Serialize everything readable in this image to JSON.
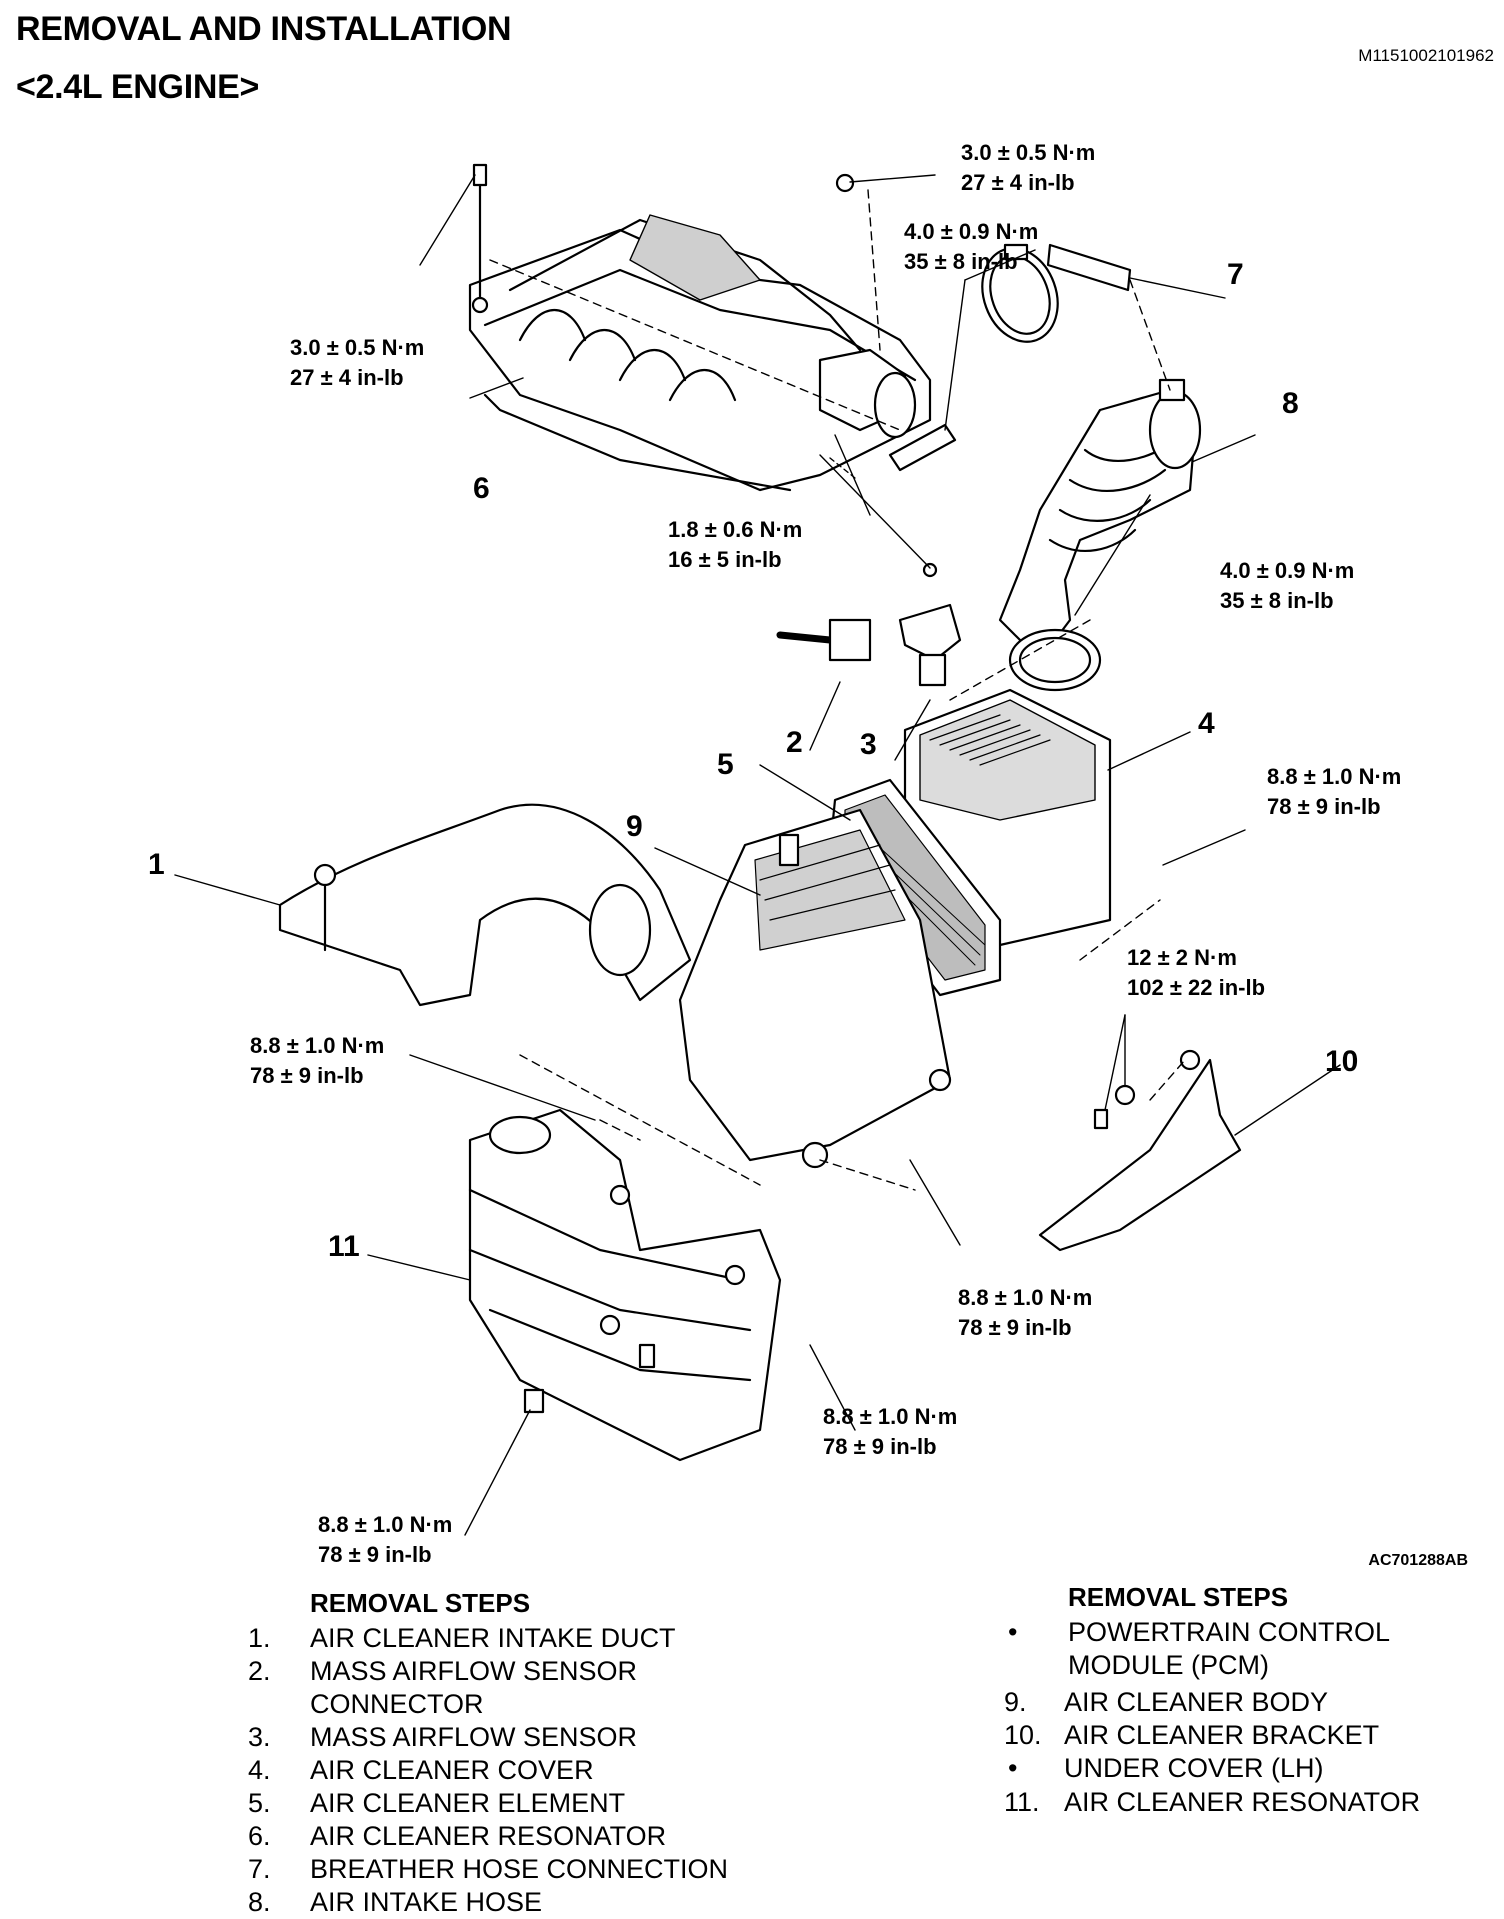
{
  "header": {
    "title_line1": "REMOVAL AND INSTALLATION",
    "title_line2": "<2.4L ENGINE>",
    "doc_id": "M1151002101962"
  },
  "figure": {
    "figure_id": "AC701288AB",
    "callouts": [
      "1",
      "2",
      "3",
      "4",
      "5",
      "6",
      "7",
      "8",
      "9",
      "10",
      "11"
    ],
    "torques": [
      {
        "nm": "3.0 ± 0.5 N·m",
        "inlb": "27 ± 4 in-lb"
      },
      {
        "nm": "4.0 ± 0.9 N·m",
        "inlb": "35 ± 8 in-lb"
      },
      {
        "nm": "3.0 ± 0.5 N·m",
        "inlb": "27 ± 4 in-lb"
      },
      {
        "nm": "1.8 ± 0.6 N·m",
        "inlb": "16 ± 5 in-lb"
      },
      {
        "nm": "4.0 ± 0.9 N·m",
        "inlb": "35 ± 8 in-lb"
      },
      {
        "nm": "8.8 ± 1.0 N·m",
        "inlb": "78 ± 9 in-lb"
      },
      {
        "nm": "12 ± 2 N·m",
        "inlb": "102 ± 22 in-lb"
      },
      {
        "nm": "8.8 ± 1.0 N·m",
        "inlb": "78 ± 9 in-lb"
      },
      {
        "nm": "8.8 ± 1.0 N·m",
        "inlb": "78 ± 9 in-lb"
      },
      {
        "nm": "8.8 ± 1.0 N·m",
        "inlb": "78 ± 9 in-lb"
      },
      {
        "nm": "8.8 ± 1.0 N·m",
        "inlb": "78 ± 9 in-lb"
      }
    ]
  },
  "steps_left": {
    "heading": "REMOVAL STEPS",
    "items": [
      {
        "num": "1.",
        "text": "AIR CLEANER INTAKE DUCT"
      },
      {
        "num": "2.",
        "text": "MASS AIRFLOW SENSOR"
      },
      {
        "num": "",
        "text": "CONNECTOR"
      },
      {
        "num": "3.",
        "text": "MASS AIRFLOW SENSOR"
      },
      {
        "num": "4.",
        "text": "AIR CLEANER COVER"
      },
      {
        "num": "5.",
        "text": "AIR CLEANER ELEMENT"
      },
      {
        "num": "6.",
        "text": "AIR CLEANER RESONATOR"
      },
      {
        "num": "7.",
        "text": "BREATHER HOSE CONNECTION"
      },
      {
        "num": "8.",
        "text": "AIR INTAKE HOSE"
      }
    ]
  },
  "steps_right": {
    "heading": "REMOVAL STEPS",
    "items": [
      {
        "num": "•",
        "text": "POWERTRAIN CONTROL"
      },
      {
        "num": "",
        "text": "MODULE (PCM)"
      },
      {
        "num": "9.",
        "text": "AIR CLEANER BODY"
      },
      {
        "num": "10.",
        "text": "AIR CLEANER BRACKET"
      },
      {
        "num": "•",
        "text": "UNDER COVER (LH)"
      },
      {
        "num": "11.",
        "text": "AIR CLEANER RESONATOR"
      }
    ]
  }
}
